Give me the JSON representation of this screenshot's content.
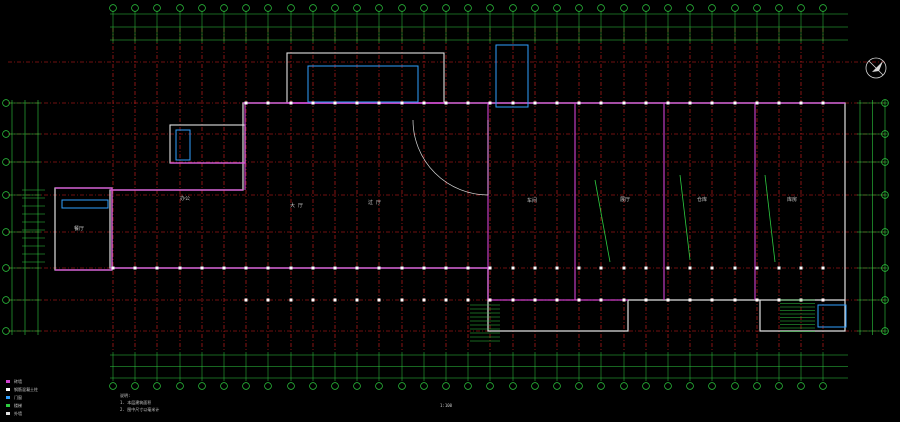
{
  "colors": {
    "background": "#000000",
    "axis_line": "#e02020",
    "wall": "#e0e0e0",
    "dimension": "#2ecc40",
    "partition": "#d040d0",
    "opening": "#30a0ff",
    "column": "#ffffff",
    "stair_green": "#2ecc40",
    "text": "#c8c8c8",
    "door_arc": "#d8d8d8"
  },
  "icons": {
    "north_arrow": "north-arrow-icon",
    "axis_bubble": "axis-bubble-icon"
  },
  "plan": {
    "rooms": [
      {
        "label": "办公",
        "sub": ""
      },
      {
        "label": "餐厅",
        "sub": ""
      },
      {
        "label": "大 厅",
        "sub": ""
      },
      {
        "label": "过 厅",
        "sub": ""
      },
      {
        "label": "车间",
        "sub": ""
      },
      {
        "label": "展厅",
        "sub": ""
      },
      {
        "label": "仓库",
        "sub": ""
      },
      {
        "label": "库房",
        "sub": ""
      }
    ]
  },
  "legend": {
    "items": [
      {
        "swatch": "#d040d0",
        "text": "砖墙"
      },
      {
        "swatch": "#ffffff",
        "text": "钢筋混凝土柱"
      },
      {
        "swatch": "#30a0ff",
        "text": "门窗"
      },
      {
        "swatch": "#2ecc40",
        "text": "楼梯"
      },
      {
        "swatch": "#e0e0e0",
        "text": "外墙"
      }
    ],
    "notes": [
      "说明:",
      "1. 本层建筑面积",
      "2. 图中尺寸以毫米计"
    ],
    "scale_text": "1:100"
  }
}
